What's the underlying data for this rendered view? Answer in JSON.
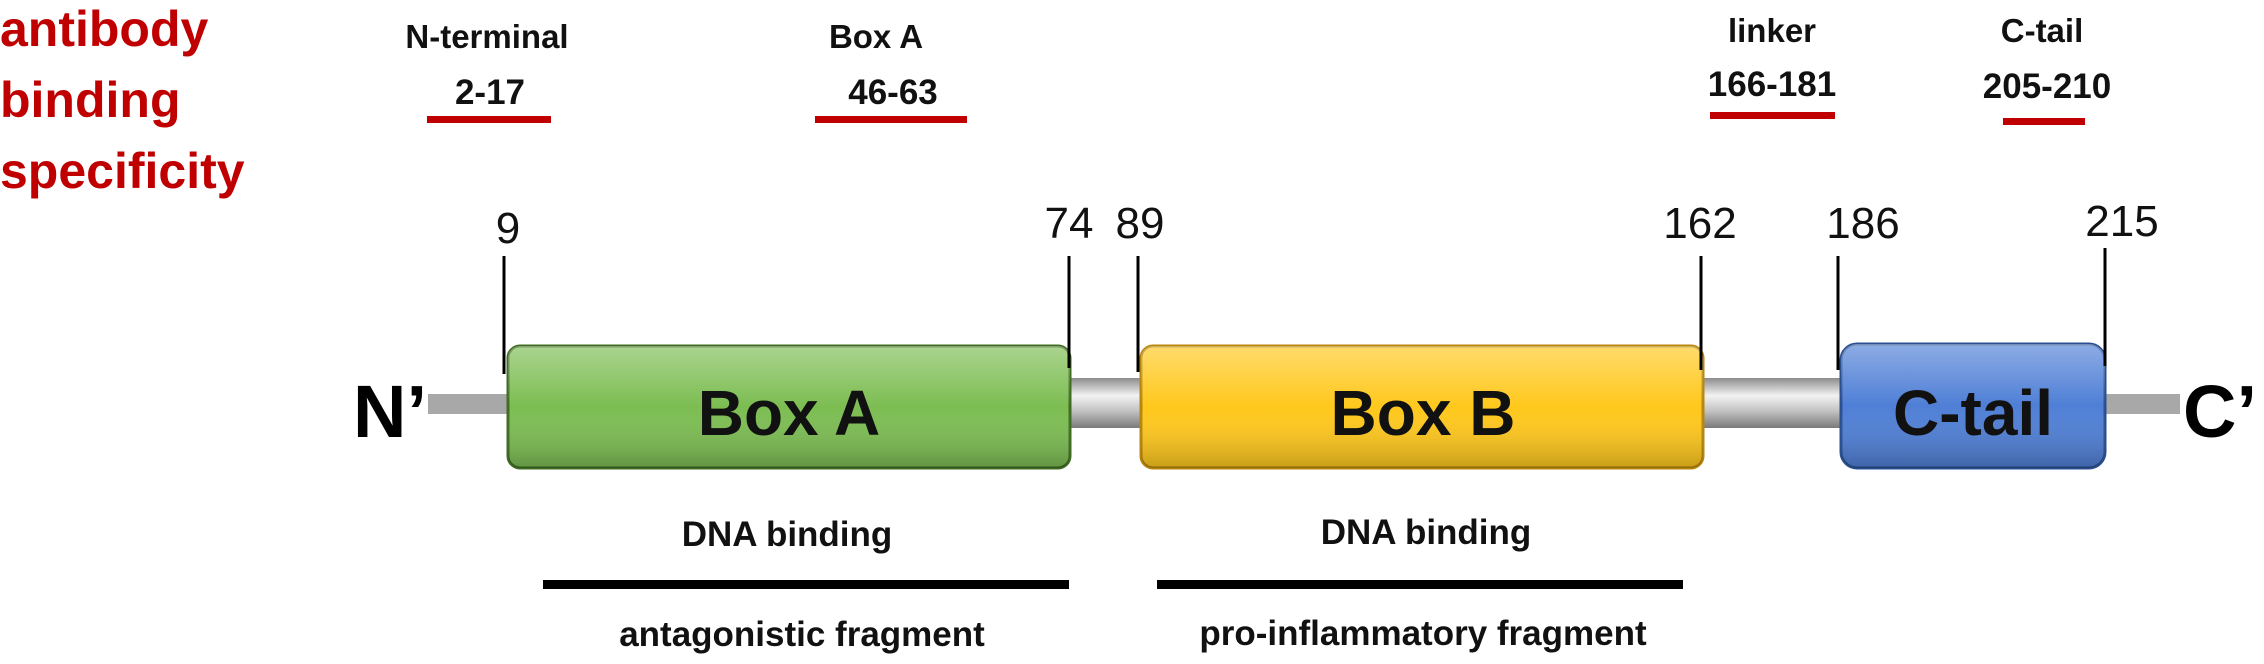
{
  "header": {
    "lines": [
      "antibody",
      "binding",
      "specificity"
    ],
    "color": "#c00000"
  },
  "epitopes": [
    {
      "name": "N-terminal",
      "range": "2-17"
    },
    {
      "name": "Box A",
      "range": "46-63"
    },
    {
      "name": "linker",
      "range": "166-181"
    },
    {
      "name": "C-tail",
      "range": "205-210"
    }
  ],
  "positions": [
    "9",
    "74",
    "89",
    "162",
    "186",
    "215"
  ],
  "termini": {
    "n": "N’",
    "c": "C’"
  },
  "domains": [
    {
      "label": "Box A",
      "color": "#7cbd52"
    },
    {
      "label": "Box B",
      "color": "#ffc81c"
    },
    {
      "label": "C-tail",
      "color": "#4f7fd6"
    }
  ],
  "functions": [
    {
      "top": "DNA binding",
      "bottom": "antagonistic fragment"
    },
    {
      "top": "DNA binding",
      "bottom": "pro-inflammatory fragment"
    }
  ]
}
